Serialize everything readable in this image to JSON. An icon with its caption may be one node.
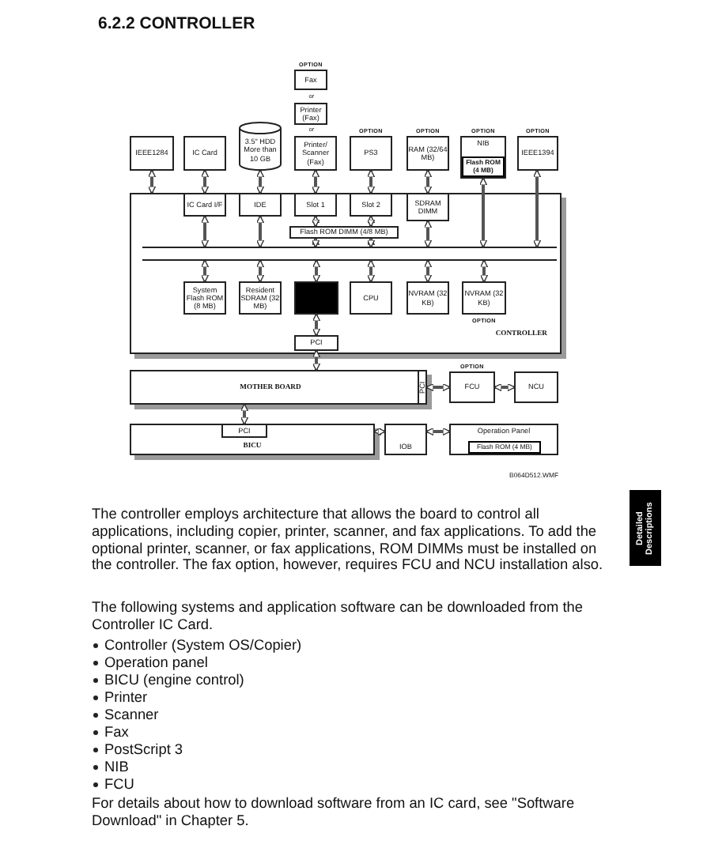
{
  "diagram": {
    "title": "6.2.2 CONTROLLER",
    "nodes": [
      {
        "text": [
          "Fax"
        ],
        "beside": [
          "OPTION"
        ]
      },
      {
        "text": [
          "Printer (Fax)"
        ]
      },
      {
        "text": [
          "IEEE1284"
        ]
      },
      {
        "text": [
          "IC Card"
        ]
      },
      {
        "text": [
          "3.5\" HDD More than 10 GB"
        ]
      },
      {
        "text": [
          "Printer/ Scanner (Fax)"
        ]
      },
      {
        "text": [
          "PS3"
        ],
        "beside": [
          "OPTION"
        ]
      },
      {
        "text": [
          "RAM (32/64 MB)"
        ],
        "beside": [
          "OPTION"
        ]
      },
      {
        "text": [
          "NIB"
        ],
        "beside": [
          "OPTION"
        ]
      },
      {
        "text": [
          "Flash ROM (4 MB)"
        ],
        "in": 8
      },
      {
        "text": [
          "IEEE1394"
        ],
        "beside": [
          "OPTION"
        ]
      },
      {
        "text": [
          "CONTROLLER"
        ]
      },
      {
        "text": [
          "IC Card I/F"
        ],
        "in": 11
      },
      {
        "text": [
          "IDE"
        ],
        "in": 11
      },
      {
        "text": [
          "Slot 1"
        ],
        "in": 11
      },
      {
        "text": [
          "Slot 2"
        ],
        "in": 11
      },
      {
        "text": [
          "SDRAM DIMM"
        ],
        "in": 11
      },
      {
        "text": [
          "Flash ROM DIMM (4/8 MB)"
        ],
        "in": 11
      },
      {
        "text": [],
        "shape": "bar",
        "in": 11
      },
      {
        "text": [
          "System Flash ROM (8 MB)"
        ],
        "in": 11
      },
      {
        "text": [
          "Resident SDRAM (32 MB)"
        ],
        "in": 11
      },
      {
        "text": [],
        "shape": "box",
        "in": 11
      },
      {
        "text": [
          "CPU"
        ],
        "in": 11
      },
      {
        "text": [
          "NVRAM (32 KB)"
        ],
        "in": 11
      },
      {
        "text": [
          "NVRAM (32 KB)"
        ],
        "beside": [
          "OPTION"
        ],
        "in": 11
      },
      {
        "text": [
          "PCI"
        ],
        "in": 11
      },
      {
        "text": [
          "MOTHER BOARD"
        ]
      },
      {
        "text": [
          "PCI"
        ],
        "in": 26
      },
      {
        "text": [
          "FCU"
        ],
        "beside": [
          "OPTION"
        ]
      },
      {
        "text": [
          "NCU"
        ]
      },
      {
        "text": [
          "BICU"
        ]
      },
      {
        "text": [
          "PCI"
        ],
        "in": 30
      },
      {
        "text": [
          "IOB"
        ]
      },
      {
        "text": [
          "Operation Panel"
        ]
      },
      {
        "text": [
          "Flash ROM (4 MB)"
        ],
        "in": 33
      }
    ],
    "edges": [
      {
        "from": 2,
        "to": 11,
        "arrow": "both"
      },
      {
        "from": 3,
        "to": 12,
        "arrow": "both"
      },
      {
        "from": 4,
        "to": 13,
        "arrow": "both"
      },
      {
        "from": 5,
        "to": 14,
        "arrow": "both"
      },
      {
        "from": 6,
        "to": 15,
        "arrow": "both"
      },
      {
        "from": 7,
        "to": 16,
        "arrow": "both"
      },
      {
        "from": 8,
        "to": 18,
        "arrow": "both"
      },
      {
        "from": 10,
        "to": 18,
        "arrow": "both"
      },
      {
        "from": 12,
        "to": 18,
        "arrow": "both"
      },
      {
        "from": 13,
        "to": 18,
        "arrow": "both"
      },
      {
        "from": 14,
        "to": 17,
        "arrow": "both"
      },
      {
        "from": 15,
        "to": 17,
        "arrow": "both"
      },
      {
        "from": 17,
        "to": 18,
        "arrow": "both"
      },
      {
        "from": 17,
        "to": 18,
        "arrow": "both"
      },
      {
        "from": 16,
        "to": 18,
        "arrow": "both"
      },
      {
        "from": 18,
        "to": 19,
        "arrow": "both"
      },
      {
        "from": 18,
        "to": 20,
        "arrow": "both"
      },
      {
        "from": 18,
        "to": 21,
        "arrow": "both"
      },
      {
        "from": 18,
        "to": 22,
        "arrow": "both"
      },
      {
        "from": 18,
        "to": 23,
        "arrow": "both"
      },
      {
        "from": 18,
        "to": 24,
        "arrow": "both"
      },
      {
        "from": 21,
        "to": 25,
        "arrow": "both"
      },
      {
        "from": 25,
        "to": 26,
        "arrow": "both"
      },
      {
        "from": 27,
        "to": 28,
        "arrow": "both"
      },
      {
        "from": 28,
        "to": 29,
        "arrow": "both"
      },
      {
        "from": 26,
        "to": 31,
        "arrow": "both"
      },
      {
        "from": 30,
        "to": 32,
        "arrow": "both"
      },
      {
        "from": 32,
        "to": 33,
        "arrow": "both"
      }
    ],
    "labels": [
      "or",
      "or",
      "B064D512.WMF",
      "The controller employs architecture that allows the board to control all applications, including copier, printer, scanner, and fax applications. To add the optional printer, scanner, or fax applications, ROM DIMMs must be installed on the controller. The fax option, however, requires FCU and NCU installation also.",
      "The following systems and application software can be downloaded from the Controller IC Card.",
      "Controller (System OS/Copier)",
      "Operation panel",
      "BICU (engine control)",
      "Printer",
      "Scanner",
      "Fax",
      "PostScript 3",
      "NIB",
      "FCU",
      "For details about how to download software from an IC card, see \"Software Download\" in Chapter 5.",
      "Detailed Descriptions"
    ]
  }
}
